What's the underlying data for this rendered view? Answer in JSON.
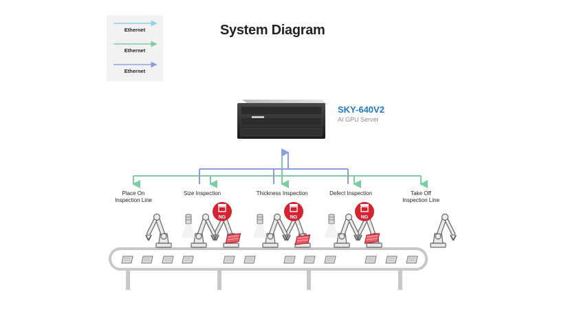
{
  "title": "System Diagram",
  "legend": [
    {
      "label": "Ethernet",
      "color": "#8cd0ea"
    },
    {
      "label": "Ethernet",
      "color": "#7ccca6"
    },
    {
      "label": "Ethernet",
      "color": "#8a9fe0"
    }
  ],
  "server": {
    "name": "SKY-640V2",
    "subtitle": "AI GPU Server"
  },
  "stations": [
    {
      "line1": "Place On",
      "line2": "Inspection Line"
    },
    {
      "line1": "Size Inspection",
      "line2": ""
    },
    {
      "line1": "Thickness Inspection",
      "line2": ""
    },
    {
      "line1": "Defect Inspection",
      "line2": ""
    },
    {
      "line1": "Take Off",
      "line2": "Inspection Line"
    }
  ],
  "ng_badge": "NG",
  "colors": {
    "green": "#7ccca6",
    "blue": "#8a9fe0",
    "red": "#d52330",
    "gray": "#c8c8c8"
  }
}
